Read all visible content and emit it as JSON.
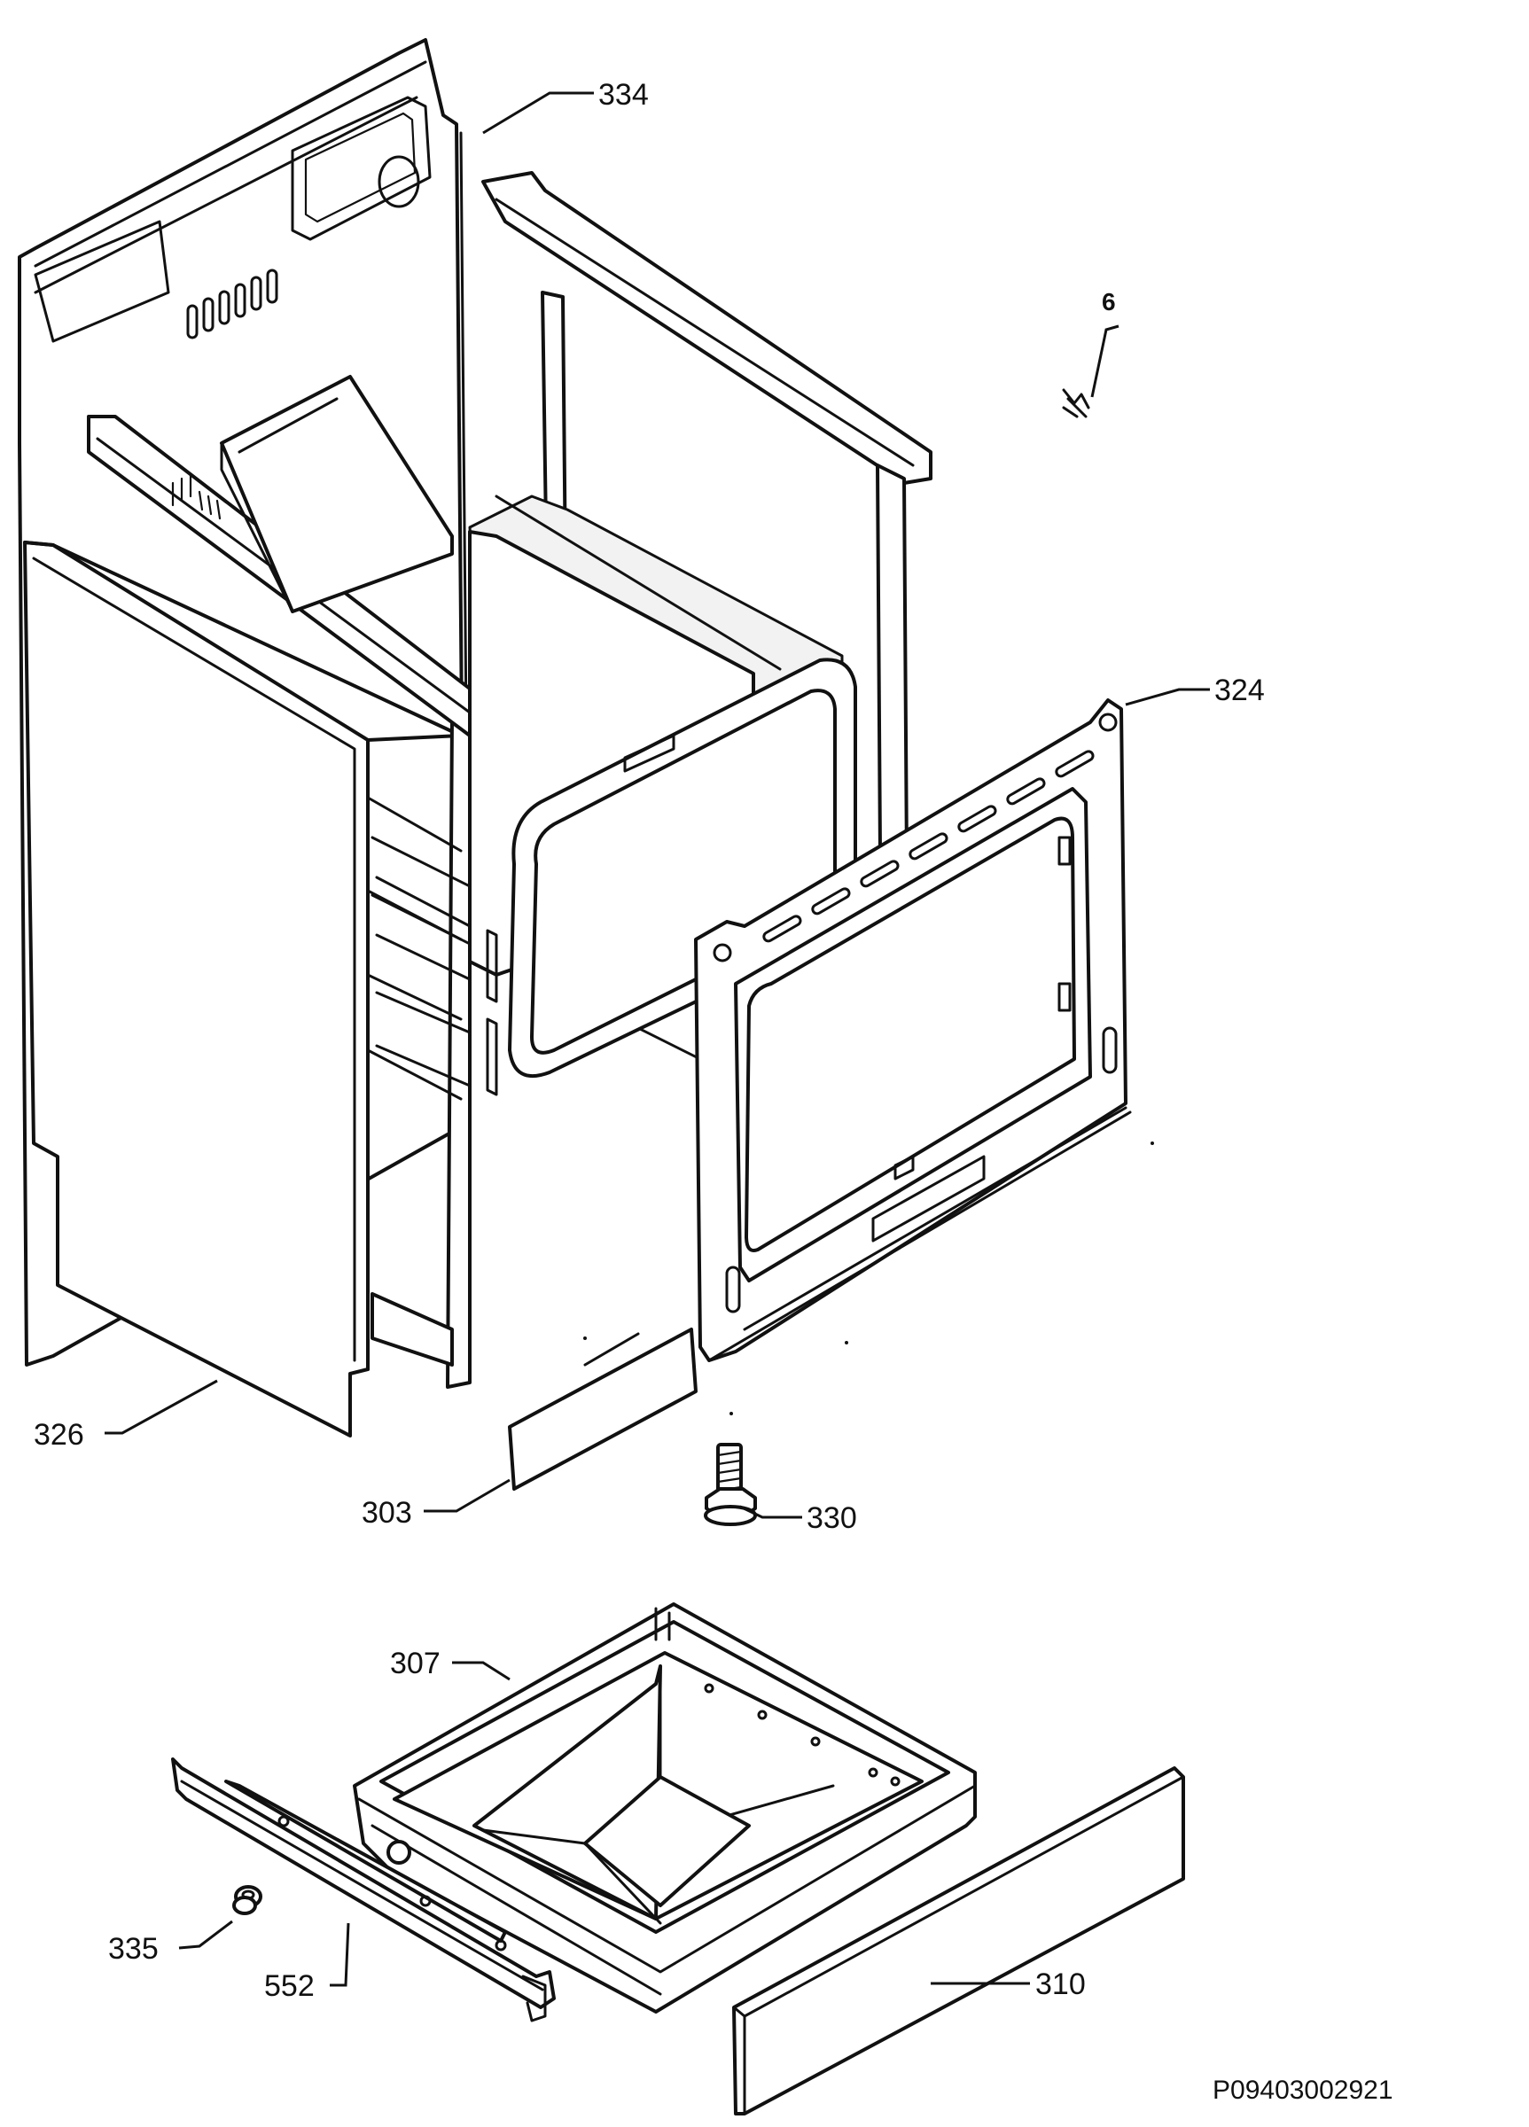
{
  "diagram": {
    "part_labels": {
      "p334": "334",
      "p6": "6",
      "p324": "324",
      "p326": "326",
      "p303": "303",
      "p330": "330",
      "p307": "307",
      "p335": "335",
      "p552": "552",
      "p310": "310"
    },
    "drawing_code": "P09403002921"
  }
}
